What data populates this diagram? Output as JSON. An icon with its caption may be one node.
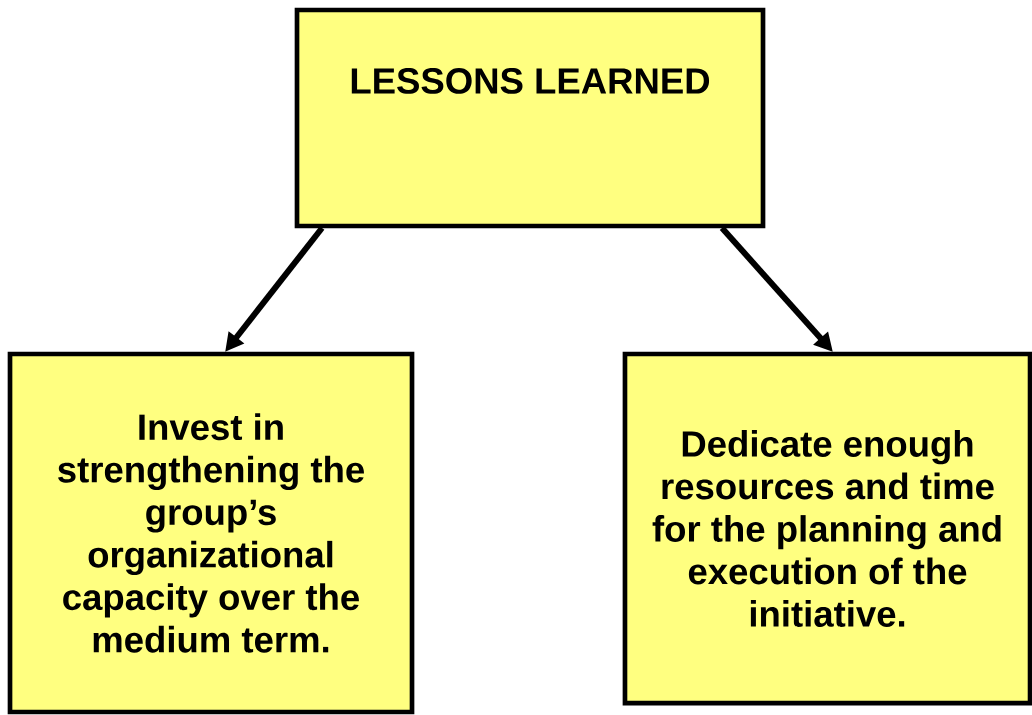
{
  "diagram": {
    "nodes": [
      {
        "text": [
          "LESSONS LEARNED"
        ]
      },
      {
        "text": [
          "Invest in strengthening the group’s organizational capacity over the medium term."
        ]
      },
      {
        "text": [
          "Dedicate enough resources and time for the planning and execution of the initiative."
        ]
      }
    ],
    "edges": [
      {
        "from": 0,
        "to": 1,
        "arrow": "to"
      },
      {
        "from": 0,
        "to": 2,
        "arrow": "to"
      }
    ]
  }
}
